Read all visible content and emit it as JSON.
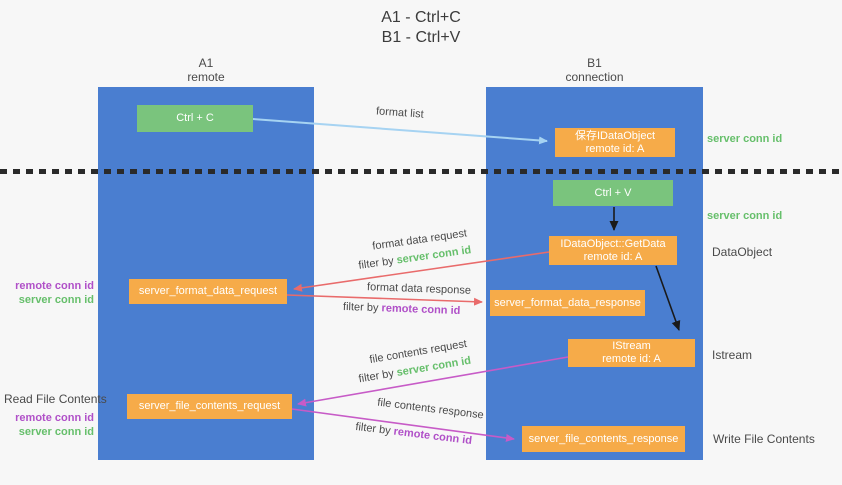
{
  "title": {
    "line1": "A1 - Ctrl+C",
    "line2": "B1 - Ctrl+V"
  },
  "lanes": {
    "a": {
      "name": "A1",
      "role": "remote"
    },
    "b": {
      "name": "B1",
      "role": "connection"
    }
  },
  "nodes": {
    "ctrl_c": "Ctrl + C",
    "save_dataobject": {
      "title": "保存IDataObject",
      "subtitle": "remote id: A"
    },
    "ctrl_v": "Ctrl + V",
    "getdata": {
      "title": "IDataObject::GetData",
      "subtitle": "remote id: A"
    },
    "format_request": "server_format_data_request",
    "format_response": "server_format_data_response",
    "istream": {
      "title": "IStream",
      "subtitle": "remote id: A"
    },
    "file_request": "server_file_contents_request",
    "file_response": "server_file_contents_response"
  },
  "side_labels": {
    "server_conn_top": "server conn id",
    "server_conn_mid": "server conn id",
    "dataobject": "DataObject",
    "istream": "Istream",
    "write_file": "Write File Contents",
    "read_file": "Read File Contents",
    "mid_remote": "remote conn id",
    "mid_server": "server conn id",
    "bottom_remote": "remote conn id",
    "bottom_server": "server conn id"
  },
  "arrow_labels": {
    "format_list": "format list",
    "format_request": "format data request",
    "format_request_filter_prefix": "filter by ",
    "format_request_filter_key": "server conn id",
    "format_response": "format data response",
    "format_response_filter_prefix": "filter by ",
    "format_response_filter_key": "remote conn id",
    "file_request": "file contents request",
    "file_request_filter_prefix": "filter by ",
    "file_request_filter_key": "server conn id",
    "file_response": "file contents response",
    "file_response_filter_prefix": "filter by ",
    "file_response_filter_key": "remote conn id"
  },
  "colors": {
    "lane_blue": "#4a7ed0",
    "node_orange": "#f6ab49",
    "node_green": "#7ac47d",
    "text_green": "#66bf6b",
    "text_purple": "#b050c8",
    "arrow_red": "#e96b6b",
    "arrow_lightblue": "#a6d3f2",
    "arrow_magenta": "#c75bc7",
    "arrow_black": "#1a1a1a"
  }
}
